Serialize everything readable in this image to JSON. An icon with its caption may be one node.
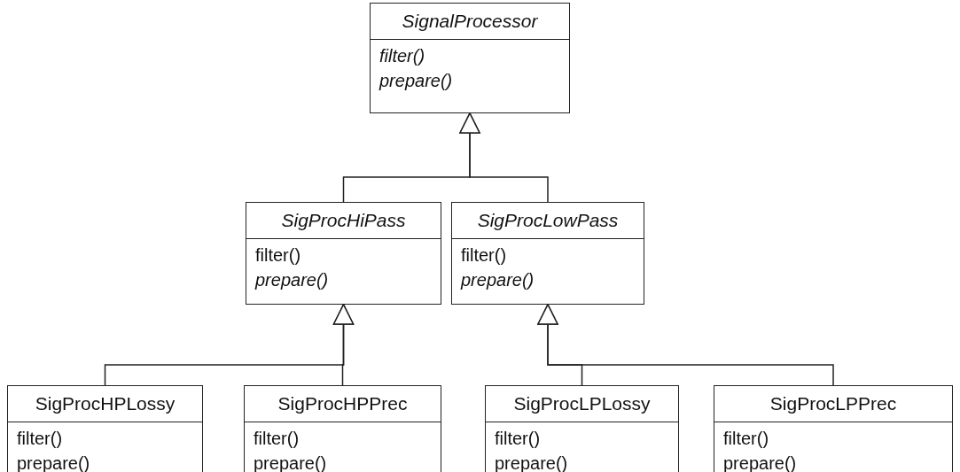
{
  "diagram": {
    "nodes": [
      {
        "text": [
          "SignalProcessor",
          "filter()",
          "prepare()"
        ]
      },
      {
        "text": [
          "SigProcHiPass",
          "filter()",
          "prepare()"
        ]
      },
      {
        "text": [
          "SigProcLowPass",
          "filter()",
          "prepare()"
        ]
      },
      {
        "text": [
          "SigProcHPLossy",
          "filter()",
          "prepare()"
        ]
      },
      {
        "text": [
          "SigProcHPPrec",
          "filter()",
          "prepare()"
        ]
      },
      {
        "text": [
          "SigProcLPLossy",
          "filter()",
          "prepare()"
        ]
      },
      {
        "text": [
          "SigProcLPPrec",
          "filter()",
          "prepare()"
        ]
      }
    ],
    "edges": [
      {
        "from": 1,
        "to": 0,
        "arrow": "to"
      },
      {
        "from": 2,
        "to": 0,
        "arrow": "to"
      },
      {
        "from": 3,
        "to": 1,
        "arrow": "to"
      },
      {
        "from": 4,
        "to": 1,
        "arrow": "to"
      },
      {
        "from": 5,
        "to": 2,
        "arrow": "to"
      },
      {
        "from": 6,
        "to": 2,
        "arrow": "to"
      }
    ]
  }
}
